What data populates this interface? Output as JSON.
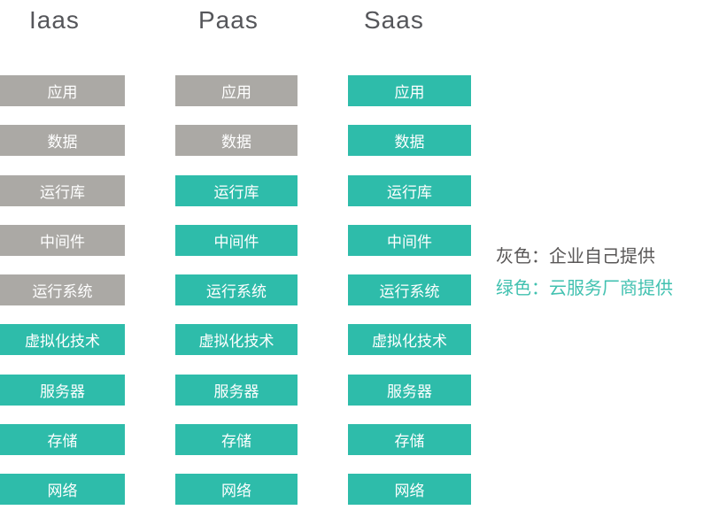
{
  "columns": [
    {
      "header": "Iaas",
      "cells": [
        {
          "label": "应用",
          "provider": "gray"
        },
        {
          "label": "数据",
          "provider": "gray"
        },
        {
          "label": "运行库",
          "provider": "gray"
        },
        {
          "label": "中间件",
          "provider": "gray"
        },
        {
          "label": "运行系统",
          "provider": "gray"
        },
        {
          "label": "虚拟化技术",
          "provider": "green"
        },
        {
          "label": "服务器",
          "provider": "green"
        },
        {
          "label": "存储",
          "provider": "green"
        },
        {
          "label": "网络",
          "provider": "green"
        }
      ]
    },
    {
      "header": "Paas",
      "cells": [
        {
          "label": "应用",
          "provider": "gray"
        },
        {
          "label": "数据",
          "provider": "gray"
        },
        {
          "label": "运行库",
          "provider": "green"
        },
        {
          "label": "中间件",
          "provider": "green"
        },
        {
          "label": "运行系统",
          "provider": "green"
        },
        {
          "label": "虚拟化技术",
          "provider": "green"
        },
        {
          "label": "服务器",
          "provider": "green"
        },
        {
          "label": "存储",
          "provider": "green"
        },
        {
          "label": "网络",
          "provider": "green"
        }
      ]
    },
    {
      "header": "Saas",
      "cells": [
        {
          "label": "应用",
          "provider": "green"
        },
        {
          "label": "数据",
          "provider": "green"
        },
        {
          "label": "运行库",
          "provider": "green"
        },
        {
          "label": "中间件",
          "provider": "green"
        },
        {
          "label": "运行系统",
          "provider": "green"
        },
        {
          "label": "虚拟化技术",
          "provider": "green"
        },
        {
          "label": "服务器",
          "provider": "green"
        },
        {
          "label": "存储",
          "provider": "green"
        },
        {
          "label": "网络",
          "provider": "green"
        }
      ]
    }
  ],
  "legend": [
    {
      "text": "灰色：企业自己提供",
      "provider": "gray"
    },
    {
      "text": "绿色：云服务厂商提供",
      "provider": "green"
    }
  ],
  "colors": {
    "background": "#ffffff",
    "gray_box": "#aba9a5",
    "green_box": "#2ebcaa",
    "box_text": "#ffffff",
    "header_text": "#55565a",
    "legend_gray_text": "#595757",
    "legend_green_text": "#41c1b0"
  }
}
